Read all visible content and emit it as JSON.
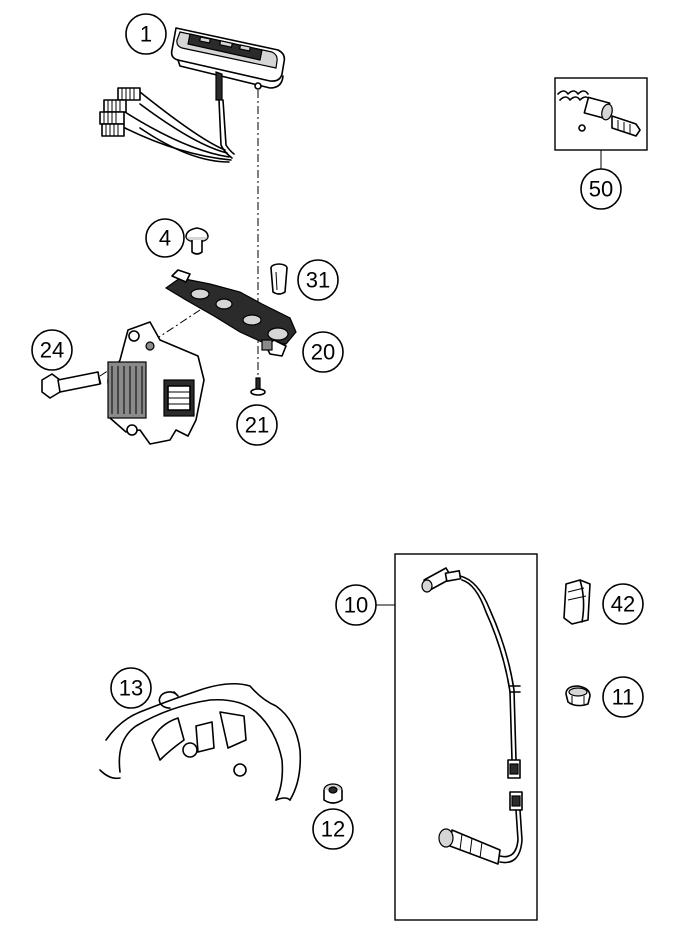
{
  "callouts": [
    {
      "id": "1",
      "label": "1"
    },
    {
      "id": "4",
      "label": "4"
    },
    {
      "id": "31",
      "label": "31"
    },
    {
      "id": "24",
      "label": "24"
    },
    {
      "id": "20",
      "label": "20"
    },
    {
      "id": "21",
      "label": "21"
    },
    {
      "id": "50",
      "label": "50"
    },
    {
      "id": "10",
      "label": "10"
    },
    {
      "id": "42",
      "label": "42"
    },
    {
      "id": "11",
      "label": "11"
    },
    {
      "id": "13",
      "label": "13"
    },
    {
      "id": "12",
      "label": "12"
    }
  ],
  "colors": {
    "line": "#000000",
    "background": "#ffffff",
    "shade_dark": "#2b2b2b",
    "shade_mid": "#8a8a8a",
    "shade_light": "#d6d6d6"
  }
}
